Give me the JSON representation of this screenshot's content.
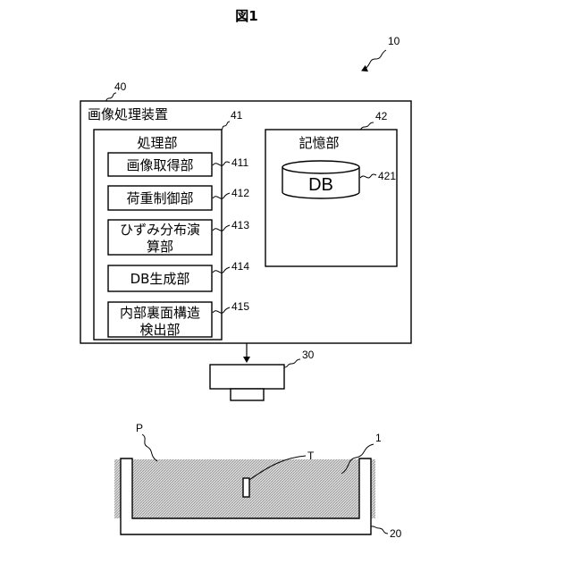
{
  "figure": {
    "title": "図1"
  },
  "system": {
    "ref": "10"
  },
  "image_processing_device": {
    "ref": "40",
    "label": "画像処理装置",
    "processing_unit": {
      "ref": "41",
      "label": "処理部",
      "modules": [
        {
          "ref": "411",
          "lines": [
            "画像取得部"
          ]
        },
        {
          "ref": "412",
          "lines": [
            "荷重制御部"
          ]
        },
        {
          "ref": "413",
          "lines": [
            "ひずみ分布演",
            "算部"
          ]
        },
        {
          "ref": "414",
          "lines": [
            "DB生成部"
          ]
        },
        {
          "ref": "415",
          "lines": [
            "内部裏面構造",
            "検出部"
          ]
        }
      ]
    },
    "storage_unit": {
      "ref": "42",
      "label": "記憶部",
      "database": {
        "ref": "421",
        "label": "DB"
      }
    }
  },
  "camera": {
    "ref": "30"
  },
  "hatched_region": {
    "ref": "P"
  },
  "marker": {
    "ref": "T"
  },
  "specimen": {
    "ref": "1"
  },
  "container": {
    "ref": "20"
  }
}
